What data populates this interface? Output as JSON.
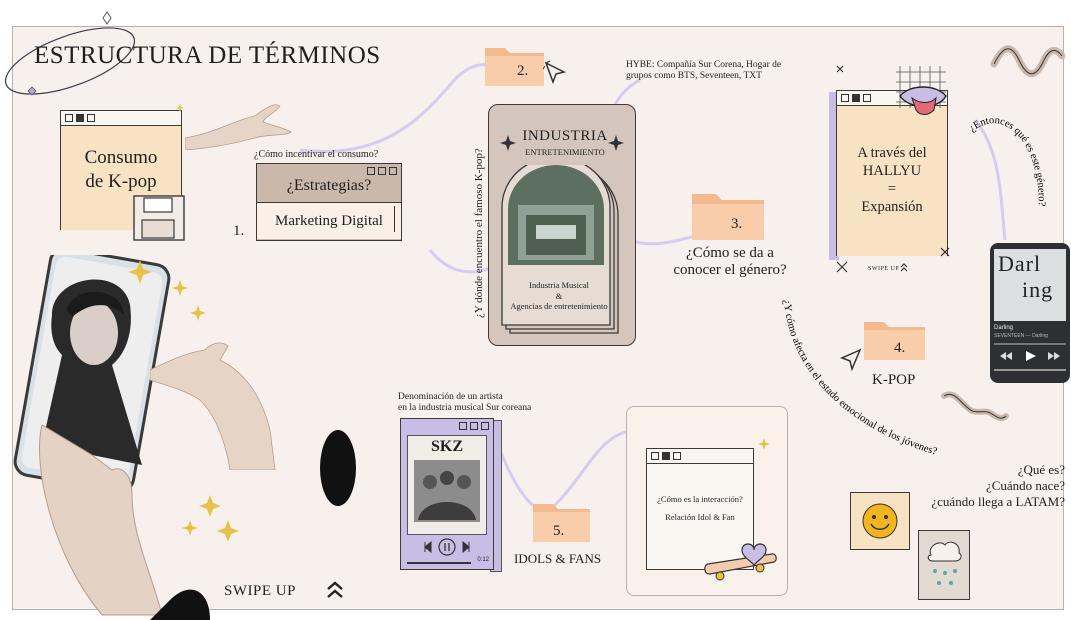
{
  "title": "ESTRUCTURA DE TÉRMINOS",
  "consumo": {
    "line1": "Consumo",
    "line2": "de K-pop"
  },
  "step1": {
    "number": "1.",
    "question": "¿Cómo incentivar el consumo?",
    "strategy": "¿Estrategias?",
    "answer": "Marketing Digital"
  },
  "step2": {
    "number": "2.",
    "note": "HYBE: Compañía Sur Corena, Hogar de grupos como BTS, Seventeen, TXT",
    "vertical_q": "¿Y dónde encuentro el famoso K-pop?"
  },
  "industria": {
    "title": "INDUSTRIA",
    "subtitle": "ENTRETENIMIENTO",
    "line1": "Industria Musical",
    "amp": "&",
    "line2": "Agencias de entretenimiento"
  },
  "step3": {
    "number": "3.",
    "line1": "¿Cómo se da a",
    "line2": "conocer el género?"
  },
  "hallyu": {
    "line1": "A través del",
    "line2": "HALLYU",
    "eq": "=",
    "line3": "Expansión",
    "swipe": "SWIPE UP",
    "swipe_icon": "chevron-double-up"
  },
  "curved_q1": "¿Entonces qué es este género?",
  "darling": {
    "word1": "Darl",
    "word2": "ing",
    "track": "Darling",
    "artist": "SEVENTEEN — Darling"
  },
  "step4": {
    "number": "4.",
    "label": "K-POP"
  },
  "curved_q2": "¿Y cómo afecta en el estado emocional de los jóvenes?",
  "questions": [
    "¿Qué es?",
    "¿Cuándo nace?",
    "¿cuándo llega a LATAM?"
  ],
  "skz": {
    "caption1": "Denominación de un artista",
    "caption2": "en la industria musical Sur coreana",
    "logo": "SKZ",
    "time": "0:12"
  },
  "step5": {
    "number": "5.",
    "label": "IDOLS & FANS"
  },
  "interaction": {
    "q": "¿Cómo es la interacción?",
    "a": "Relación Idol & Fan"
  },
  "swipe_up": "SWIPE UP",
  "colors": {
    "background": "#f7f0ec",
    "cream": "#f7e2c3",
    "folder": "#f5c7a4",
    "lavender": "#c9bde6",
    "taupe": "#cbb8ad",
    "accent": "#e7c24a"
  }
}
